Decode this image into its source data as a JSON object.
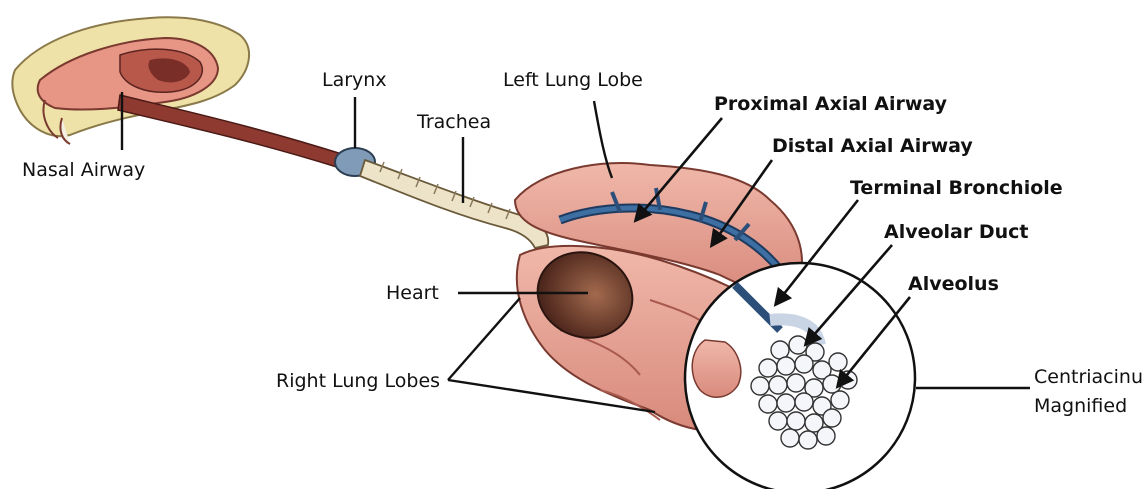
{
  "labels": {
    "nasal_airway": "Nasal Airway",
    "larynx": "Larynx",
    "trachea": "Trachea",
    "left_lung_lobe": "Left Lung Lobe",
    "proximal_axial_airway": "Proximal Axial Airway",
    "distal_axial_airway": "Distal Axial Airway",
    "terminal_bronchiole": "Terminal Bronchiole",
    "alveolar_duct": "Alveolar Duct",
    "alveolus": "Alveolus",
    "heart": "Heart",
    "right_lung_lobes": "Right Lung Lobes",
    "centriacinus_line1": "Centriacinus",
    "centriacinus_line2": "Magnified"
  },
  "colors": {
    "lung_pink": "#e9a79a",
    "lung_shadow": "#c9776b",
    "heart_brown": "#6b3a2c",
    "airway_blue": "#3d6fa3",
    "trachea_cream": "#ece3c9",
    "nose_yellow": "#efe2a8",
    "alveolus_white": "#f4f6fa"
  }
}
